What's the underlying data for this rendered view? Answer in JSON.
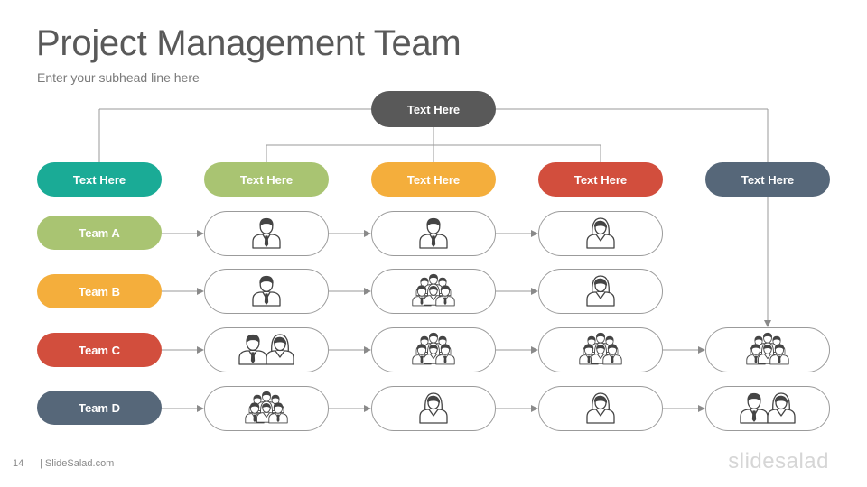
{
  "title": "Project Management Team",
  "subtitle": "Enter your subhead line here",
  "root": {
    "label": "Text Here",
    "color": "#595959"
  },
  "columns": [
    {
      "label": "Text Here",
      "color": "#1aab96"
    },
    {
      "label": "Text Here",
      "color": "#a9c472"
    },
    {
      "label": "Text Here",
      "color": "#f4ae3c"
    },
    {
      "label": "Text Here",
      "color": "#d24e3d"
    },
    {
      "label": "Text Here",
      "color": "#566779"
    }
  ],
  "teams": [
    {
      "label": "Team A",
      "color": "#a9c472",
      "cells": [
        "man",
        "man",
        "woman",
        null
      ]
    },
    {
      "label": "Team B",
      "color": "#f4ae3c",
      "cells": [
        "man",
        "group",
        "woman",
        null
      ]
    },
    {
      "label": "Team C",
      "color": "#d24e3d",
      "cells": [
        "couple",
        "group",
        "group",
        "group"
      ]
    },
    {
      "label": "Team D",
      "color": "#566779",
      "cells": [
        "group",
        "woman",
        "woman",
        "couple"
      ]
    }
  ],
  "footer": {
    "page_number": "14",
    "site": "| SlideSalad.com",
    "brand": "slidesalad"
  }
}
